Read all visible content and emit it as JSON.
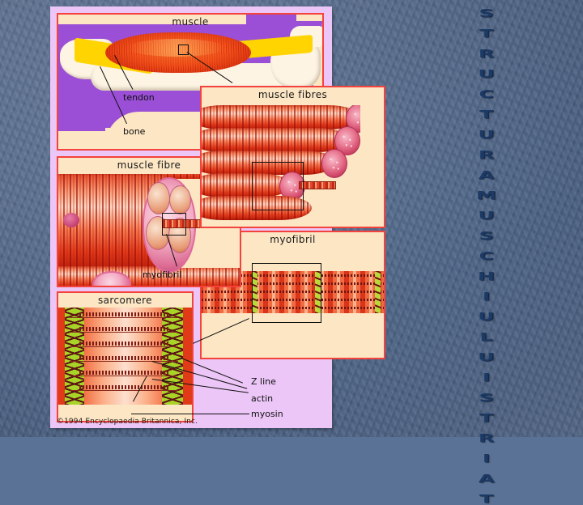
{
  "slide": {
    "background_color": "#5a7296",
    "panel_background_color": "#ecc6f7",
    "accent_border_color": "#f4423c",
    "diagram_paper_color": "#fce6c4",
    "title_color": "#1c3a66"
  },
  "vertical_title": {
    "text": "STRUCTURA MUSCHIULUI STRIAT",
    "letters": [
      "S",
      "T",
      "R",
      "U",
      "C",
      "T",
      "U",
      "R",
      "A",
      " ",
      "M",
      "U",
      "S",
      "C",
      "H",
      "I",
      "U",
      "L",
      "U",
      "I",
      " ",
      "S",
      "T",
      "R",
      "I",
      "A",
      "T"
    ]
  },
  "figure": {
    "copyright": "©1994 Encyclopaedia Britannica, Inc.",
    "panels": [
      {
        "id": "muscle",
        "title": "muscle"
      },
      {
        "id": "fibres",
        "title": "muscle fibres"
      },
      {
        "id": "fibre",
        "title": "muscle fibre"
      },
      {
        "id": "myofibril",
        "title": "myofibril"
      },
      {
        "id": "sarcomere",
        "title": "sarcomere"
      }
    ],
    "inner_labels": {
      "tendon": "tendon",
      "bone": "bone",
      "myofibril": "myofibril"
    },
    "outer_labels": [
      {
        "id": "z-line",
        "text": "Z line"
      },
      {
        "id": "actin",
        "text": "actin"
      },
      {
        "id": "myosin",
        "text": "myosin"
      }
    ]
  }
}
